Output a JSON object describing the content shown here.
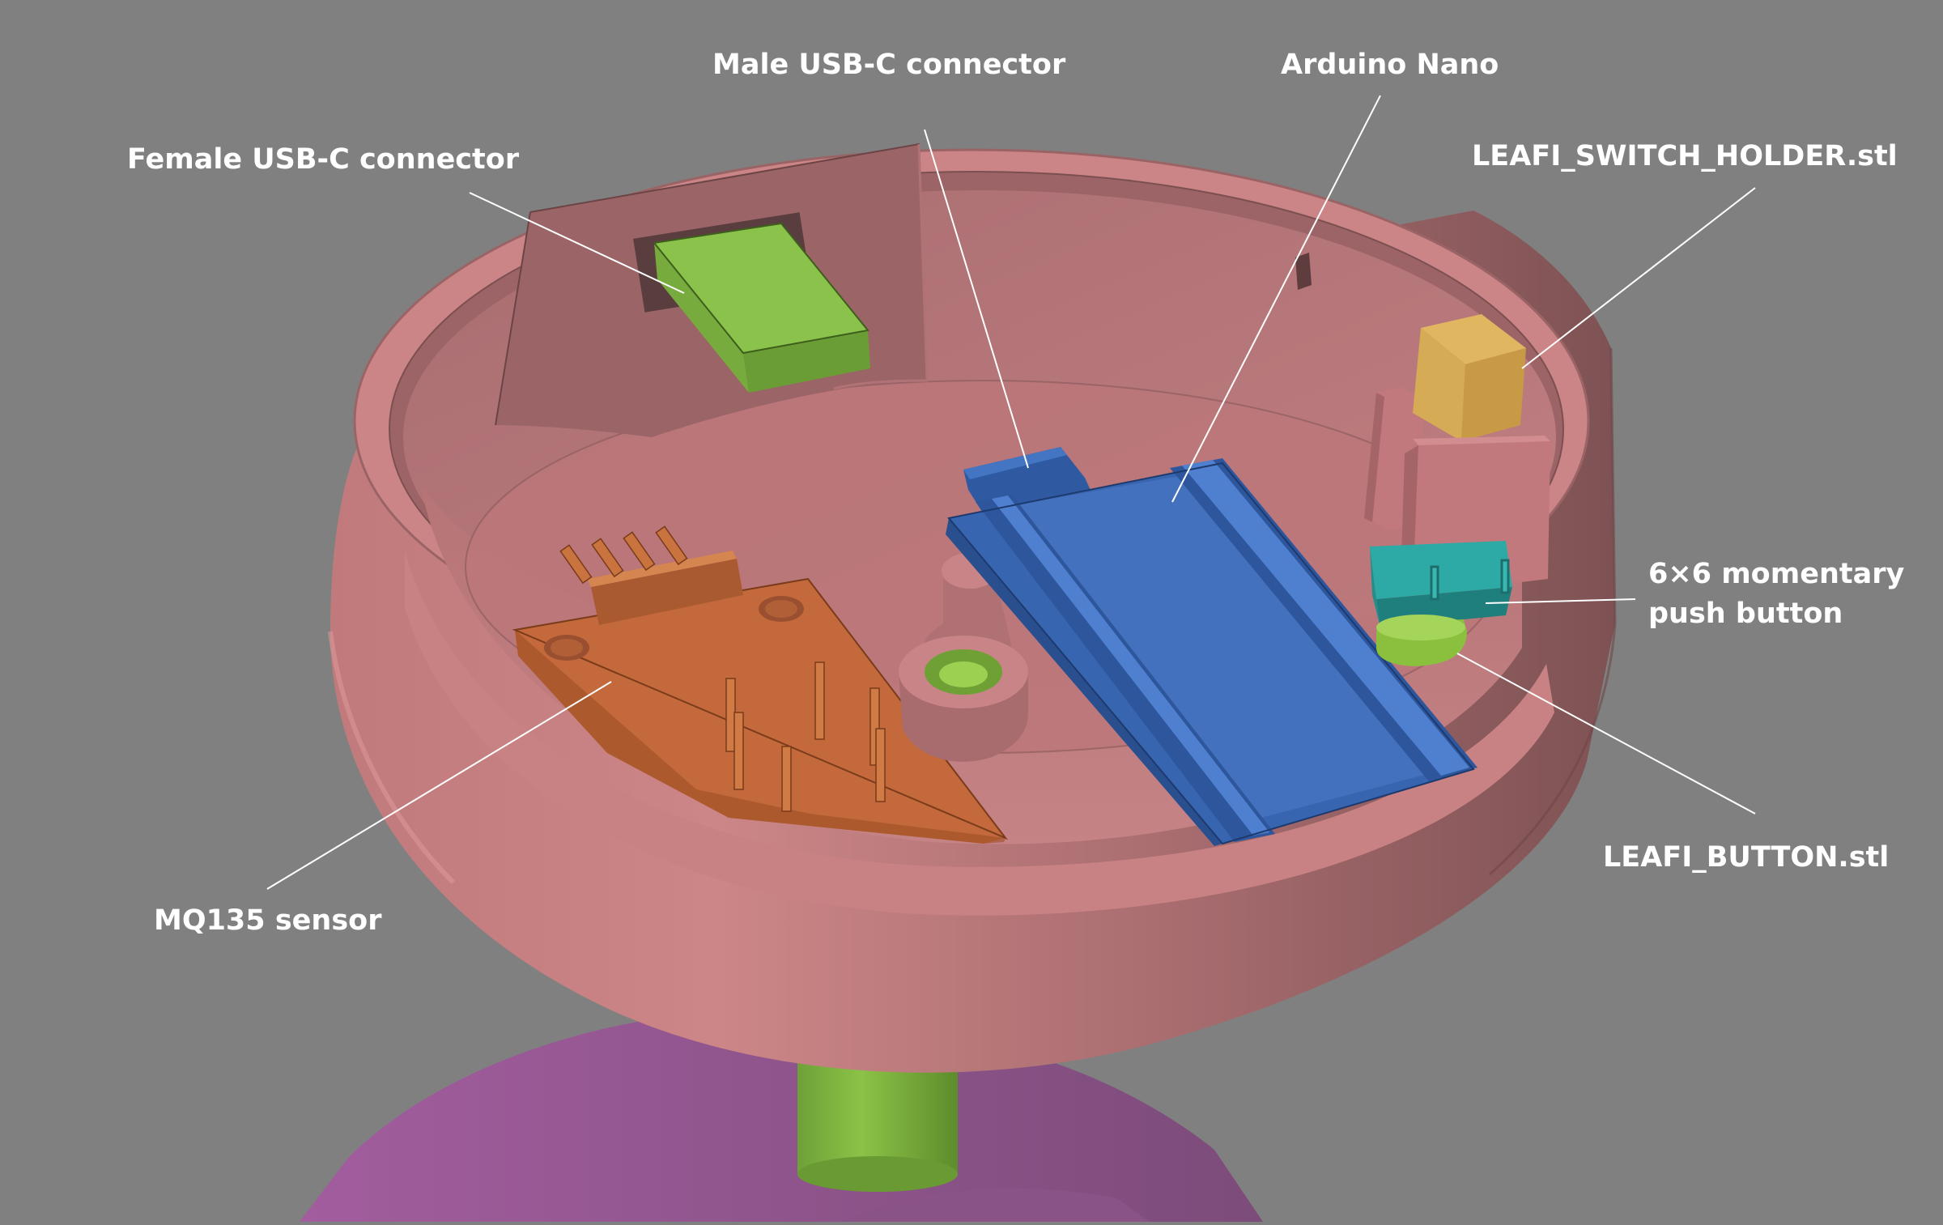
{
  "figure": {
    "background": "#808080",
    "colors": {
      "housing": "#c47f7f",
      "housing_dark": "#8f5b5d",
      "base": "#9c5c98",
      "female_usbc": "#7fb343",
      "male_usbc": "#3461a9",
      "arduino_nano": "#3966b0",
      "switch_holder": "#d4a94f",
      "push_button": "#2a9d9a",
      "leafi_button": "#8fc23f",
      "mq135": "#c7673a",
      "shaft": "#7eb43f",
      "leader_line": "#ffffff"
    }
  },
  "labels": {
    "male_usbc": "Male USB-C connector",
    "arduino_nano": "Arduino Nano",
    "female_usbc": "Female USB-C connector",
    "switch_holder": "LEAFI_SWITCH_HOLDER.stl",
    "push_button_line1": "6×6 momentary",
    "push_button_line2": "push button",
    "leafi_button": "LEAFI_BUTTON.stl",
    "mq135": "MQ135 sensor"
  }
}
